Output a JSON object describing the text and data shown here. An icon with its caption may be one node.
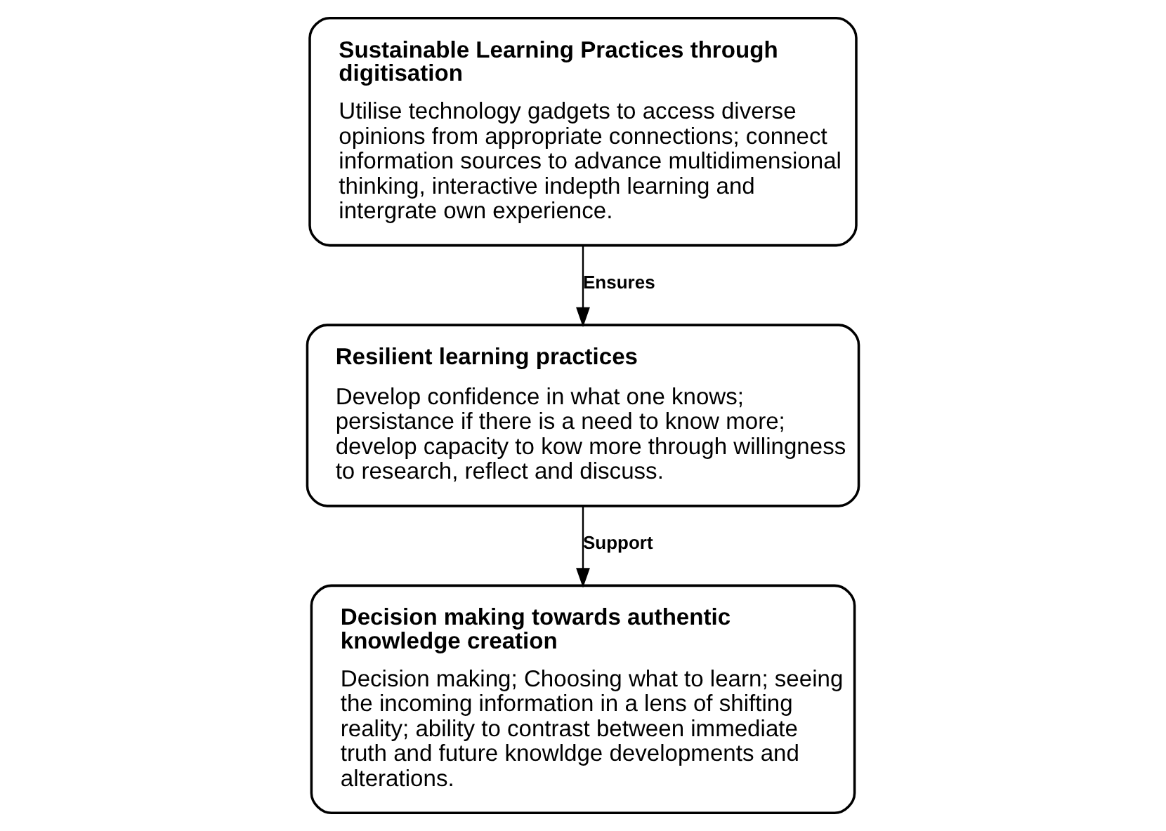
{
  "diagram": {
    "nodes": [
      {
        "text": [
          "Sustainable Learning Practices through digitisation",
          "Utilise technology gadgets to access diverse opinions from appropriate connections; connect information sources to advance multidimensional thinking, interactive indepth learning and intergrate own experience."
        ]
      },
      {
        "text": [
          "Resilient learning practices",
          "Develop confidence in what one knows; persistance if there is a need to know more; develop capacity to kow more through willingness to research, reflect and discuss."
        ]
      },
      {
        "text": [
          "Decision making towards authentic knowledge creation",
          "Decision making; Choosing what to learn; seeing the incoming information in a lens of shifting reality; ability to contrast between immediate truth and future knowldge developments and alterations."
        ]
      }
    ],
    "edges": [
      {
        "from": 0,
        "to": 1,
        "arrow": "to",
        "label": "Ensures"
      },
      {
        "from": 1,
        "to": 2,
        "arrow": "to",
        "label": "Support"
      }
    ]
  }
}
